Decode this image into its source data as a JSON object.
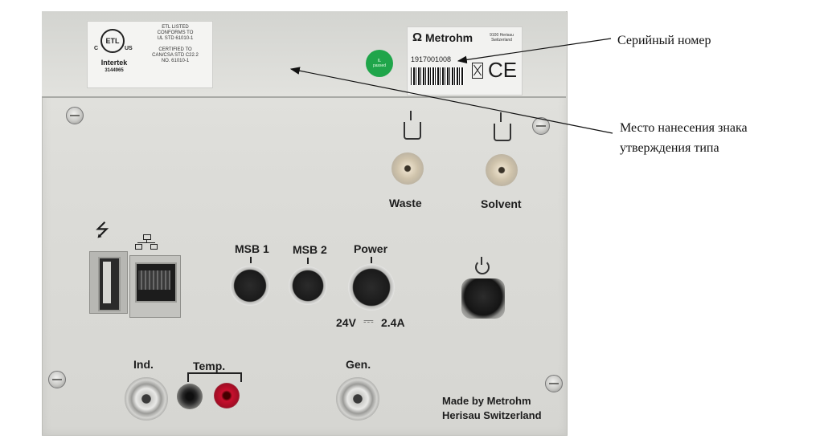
{
  "sticker_etl": {
    "logo_text": "ETL",
    "c_mark": "C",
    "us_mark": "US",
    "company": "Intertek",
    "number": "3144965",
    "lines": [
      "ETL LISTED",
      "CONFORMS TO",
      "UL STD 61010-1",
      "",
      "CERTIFIED TO",
      "CAN/CSA STD C22.2",
      "NO. 61010-1"
    ]
  },
  "sticker_green": {
    "text": "IL\npassed"
  },
  "nameplate": {
    "brand": "Metrohm",
    "address": "9100 Herisau\nSwitzerland",
    "serial": "1917001008",
    "ce_mark": "CE"
  },
  "annotations": {
    "serial_number": "Серийный номер",
    "type_approval_line1": "Место нанесения знака",
    "type_approval_line2": "утверждения типа"
  },
  "ports": {
    "waste": "Waste",
    "solvent": "Solvent",
    "msb1": "MSB 1",
    "msb2": "MSB 2",
    "power": "Power",
    "power_rating_left": "24V",
    "power_rating_symbol": "⎓",
    "power_rating_right": "2.4A",
    "ind": "Ind.",
    "temp": "Temp.",
    "gen": "Gen."
  },
  "footer": {
    "line1": "Made by Metrohm",
    "line2": "Herisau Switzerland"
  },
  "colors": {
    "panel": "#dcdcd8",
    "green_sticker": "#1fa54a",
    "red_jack": "#c8102e"
  }
}
